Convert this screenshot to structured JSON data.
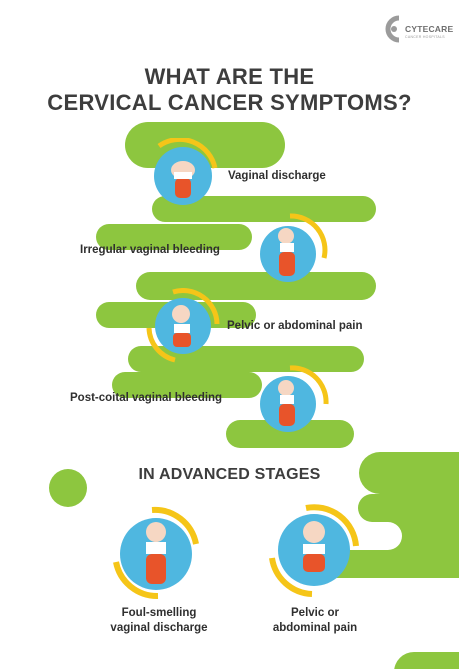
{
  "brand": {
    "name": "CYTECARE",
    "tagline": "CANCER HOSPITALS"
  },
  "title": {
    "line1": "WHAT ARE THE",
    "line2": "CERVICAL CANCER SYMPTOMS?"
  },
  "symptoms": [
    {
      "label": "Vaginal discharge"
    },
    {
      "label": "Irregular vaginal bleeding"
    },
    {
      "label": "Pelvic or abdominal pain"
    },
    {
      "label": "Post-coital vaginal bleeding"
    }
  ],
  "advanced": {
    "heading": "IN ADVANCED STAGES",
    "items": [
      {
        "line1": "Foul-smelling",
        "line2": "vaginal discharge"
      },
      {
        "line1": "Pelvic or",
        "line2": "abdominal pain"
      }
    ]
  },
  "colors": {
    "green": "#8dc63f",
    "yellow": "#f5c518",
    "blue": "#4fb7e0",
    "orange": "#e8542a",
    "text": "#3d3d3d"
  },
  "icons": [
    "woman-discharge-icon",
    "woman-bleeding-icon",
    "woman-pain-icon",
    "woman-postcoital-icon",
    "woman-foul-discharge-icon",
    "woman-abdominal-pain-icon"
  ]
}
